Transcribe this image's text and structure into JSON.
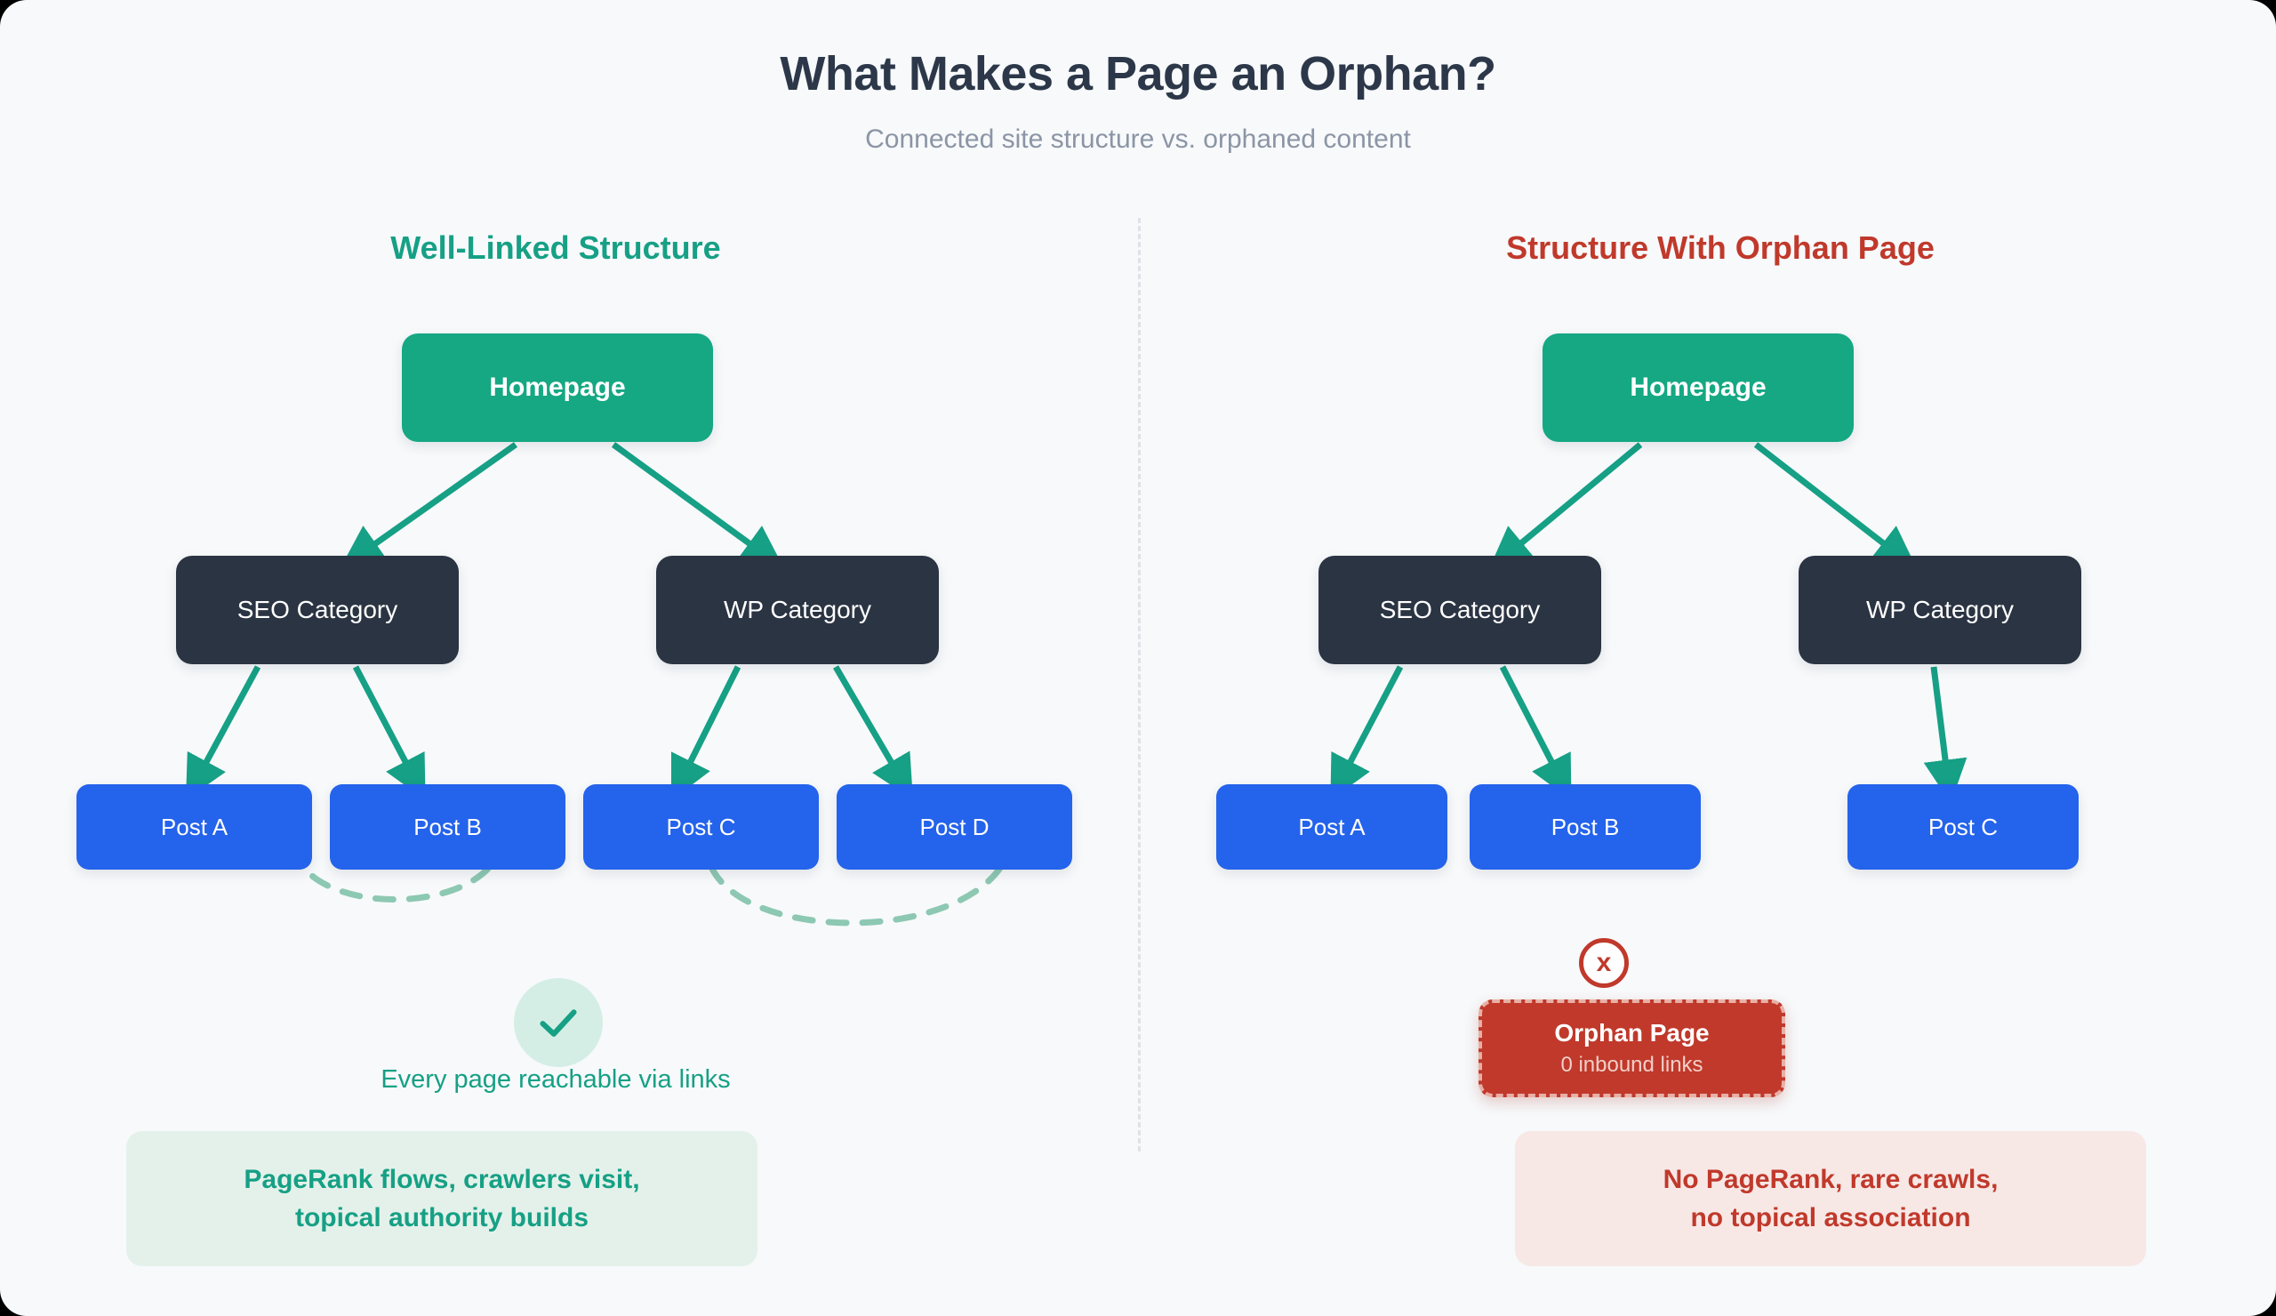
{
  "header": {
    "title": "What Makes a Page an Orphan?",
    "subtitle": "Connected site structure vs. orphaned content"
  },
  "colors": {
    "background": "#f7f9fb",
    "title": "#2c3849",
    "subtitle": "#8b95a5",
    "good": "#16a085",
    "bad": "#c0392b",
    "homepage_node": "#15a883",
    "category_node": "#2b3442",
    "post_node": "#2463eb",
    "orphan_node": "#c0392b",
    "arrow": "#16a085",
    "dashed_link": "#6ab79a",
    "divider": "#dfe3e8"
  },
  "left_panel": {
    "heading": "Well-Linked Structure",
    "nodes": {
      "homepage": "Homepage",
      "seo_category": "SEO Category",
      "wp_category": "WP Category",
      "post_a": "Post A",
      "post_b": "Post B",
      "post_c": "Post C",
      "post_d": "Post D"
    },
    "status": {
      "icon": "check-circle-icon",
      "caption": "Every page reachable via links"
    },
    "footer": {
      "line1": "PageRank flows, crawlers visit,",
      "line2": "topical authority builds"
    }
  },
  "right_panel": {
    "heading": "Structure With Orphan Page",
    "nodes": {
      "homepage": "Homepage",
      "seo_category": "SEO Category",
      "wp_category": "WP Category",
      "post_a": "Post A",
      "post_b": "Post B",
      "post_c": "Post C"
    },
    "orphan": {
      "badge_icon": "x-circle-icon",
      "badge_label": "x",
      "title": "Orphan Page",
      "subtitle": "0 inbound links"
    },
    "footer": {
      "line1": "No PageRank, rare crawls,",
      "line2": "no topical association"
    }
  }
}
